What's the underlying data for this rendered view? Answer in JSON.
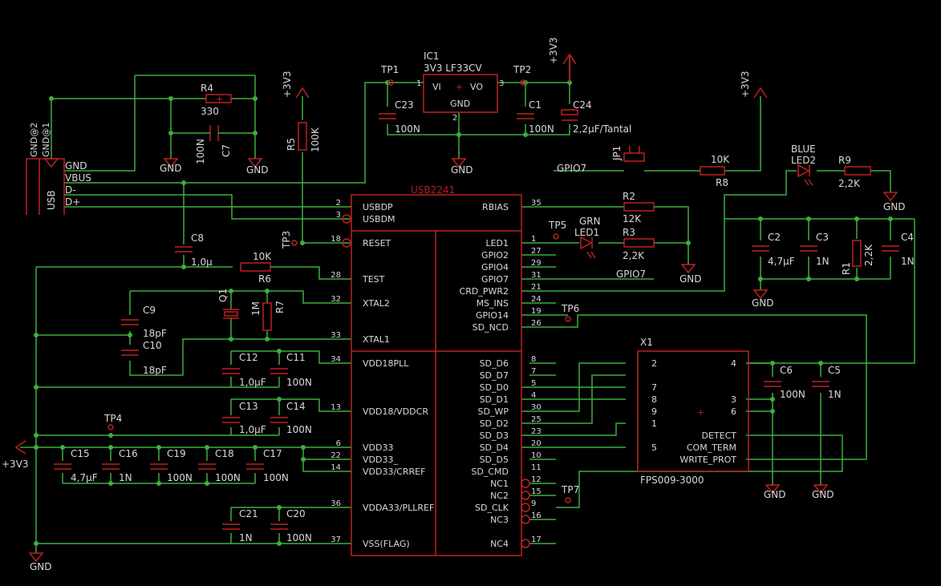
{
  "title_usb2241": "USB2241",
  "usb2241": {
    "left_pins": [
      {
        "num": "2",
        "name": "USBDP"
      },
      {
        "num": "3",
        "name": "USBDM"
      },
      {
        "num": "18",
        "name": "RESET"
      },
      {
        "num": "28",
        "name": "TEST"
      },
      {
        "num": "32",
        "name": "XTAL2"
      },
      {
        "num": "33",
        "name": "XTAL1"
      },
      {
        "num": "34",
        "name": "VDD18PLL"
      },
      {
        "num": "13",
        "name": "VDD18/VDDCR"
      },
      {
        "num": "6",
        "name": "VDD33"
      },
      {
        "num": "22",
        "name": "VDD33_"
      },
      {
        "num": "14",
        "name": "VDD33/CRREF"
      },
      {
        "num": "36",
        "name": "VDDA33/PLLREF"
      },
      {
        "num": "37",
        "name": "VSS(FLAG)"
      }
    ],
    "right_pins": [
      {
        "num": "35",
        "name": "RBIAS"
      },
      {
        "num": "1",
        "name": "LED1"
      },
      {
        "num": "27",
        "name": "GPIO2"
      },
      {
        "num": "29",
        "name": "GPIO4"
      },
      {
        "num": "31",
        "name": "GPIO7"
      },
      {
        "num": "21",
        "name": "CRD_PWR2"
      },
      {
        "num": "24",
        "name": "MS_INS"
      },
      {
        "num": "19",
        "name": "GPIO14"
      },
      {
        "num": "26",
        "name": "SD_NCD"
      },
      {
        "num": "8",
        "name": "SD_D6"
      },
      {
        "num": "7",
        "name": "SD_D7"
      },
      {
        "num": "5",
        "name": "SD_D0"
      },
      {
        "num": "4",
        "name": "SD_D1"
      },
      {
        "num": "30",
        "name": "SD_WP"
      },
      {
        "num": "25",
        "name": "SD_D2"
      },
      {
        "num": "23",
        "name": "SD_D3"
      },
      {
        "num": "20",
        "name": "SD_D4"
      },
      {
        "num": "10",
        "name": "SD_D5"
      },
      {
        "num": "11",
        "name": "SD_CMD"
      },
      {
        "num": "12",
        "name": "NC1"
      },
      {
        "num": "15",
        "name": "NC2"
      },
      {
        "num": "9",
        "name": "SD_CLK"
      },
      {
        "num": "16",
        "name": "NC3"
      },
      {
        "num": "17",
        "name": "NC4"
      }
    ]
  },
  "usb_conn": {
    "label": "USB",
    "pins": [
      "GND",
      "VBUS",
      "D-",
      "D+"
    ],
    "top": [
      "GND@2",
      "GND@1"
    ]
  },
  "x1": {
    "ref": "X1",
    "value": "FPS009-3000",
    "left_nums": [
      "2",
      "7",
      "8",
      "9",
      "1",
      "5"
    ],
    "right_nums": [
      "4",
      "3",
      "6"
    ],
    "right_names": [
      "DETECT",
      "COM_TERM",
      "WRITE_PROT"
    ]
  },
  "ic1": {
    "ref": "IC1",
    "value": "3V3 LF33CV",
    "vi": "VI",
    "vo": "VO",
    "gnd": "GND",
    "p1": "1",
    "p2": "2",
    "p3": "3"
  },
  "labels": {
    "r4": "R4",
    "r4v": "330",
    "c7": "C7",
    "c7v": "100N",
    "gnd": "GND",
    "p3v3": "+3V3",
    "r5": "R5",
    "r5v": "100K",
    "tp1": "TP1",
    "tp2": "TP2",
    "tp3": "TP3",
    "tp4": "TP4",
    "tp5": "TP5",
    "tp6": "TP6",
    "tp7": "TP7",
    "c23": "C23",
    "c23v": "100N",
    "c1": "C1",
    "c1v": "100N",
    "c24": "C24",
    "c24v": "2,2µF/Tantal",
    "jp1": "JP1",
    "gpio7": "GPIO7",
    "r8": "R8",
    "r8v": "10K",
    "blue": "BLUE",
    "led2": "LED2",
    "r9": "R9",
    "r9v": "2,2K",
    "r2": "R2",
    "r2v": "12K",
    "grn": "GRN",
    "led1": "LED1",
    "r3": "R3",
    "r3v": "2,2K",
    "c2": "C2",
    "c2v": "4,7µF",
    "c3": "C3",
    "c3v": "1N",
    "r1": "R1",
    "r1v": "2,2K",
    "c4": "C4",
    "c4v": "1N",
    "c8": "C8",
    "c8v": "1,0µ",
    "r6": "R6",
    "r6v": "10K",
    "q1": "Q1",
    "r7": "R7",
    "r7v": "1M",
    "c9": "C9",
    "c9v": "18pF",
    "c10": "C10",
    "c10v": "18pF",
    "c12": "C12",
    "c12v": "1,0µF",
    "c11": "C11",
    "c11v": "100N",
    "c13": "C13",
    "c13v": "1,0µF",
    "c14": "C14",
    "c14v": "100N",
    "c15": "C15",
    "c15v": "4,7µF",
    "c16": "C16",
    "c16v": "1N",
    "c19": "C19",
    "c19v": "100N",
    "c18": "C18",
    "c18v": "100N",
    "c17": "C17",
    "c17v": "100N",
    "c21": "C21",
    "c21v": "1N",
    "c20": "C20",
    "c20v": "100N",
    "c6": "C6",
    "c6v": "100N",
    "c5": "C5",
    "c5v": "1N",
    "gpio7b": "GPIO7"
  },
  "colors": {
    "wire": "#3fae3f",
    "symbol": "#c02020",
    "text": "#d8d8d8",
    "background": "#000000"
  }
}
